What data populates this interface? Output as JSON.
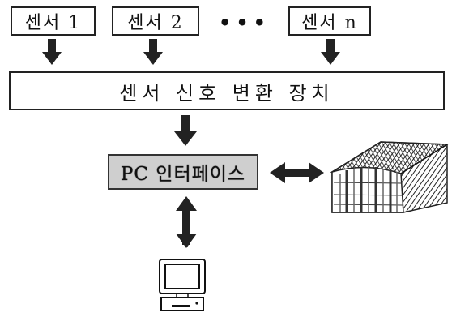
{
  "sensors": [
    {
      "label": "센서 1"
    },
    {
      "label": "센서 2"
    },
    {
      "label": "센서 n"
    }
  ],
  "ellipsis": "•••",
  "converter": {
    "label": "센서 신호 변환 장치"
  },
  "pc_interface": {
    "label": "PC 인터페이스"
  },
  "icons": {
    "greenhouse": "greenhouse-icon",
    "computer": "computer-icon"
  },
  "colors": {
    "interface_fill": "#cfcfcf",
    "lines": "#222222"
  }
}
